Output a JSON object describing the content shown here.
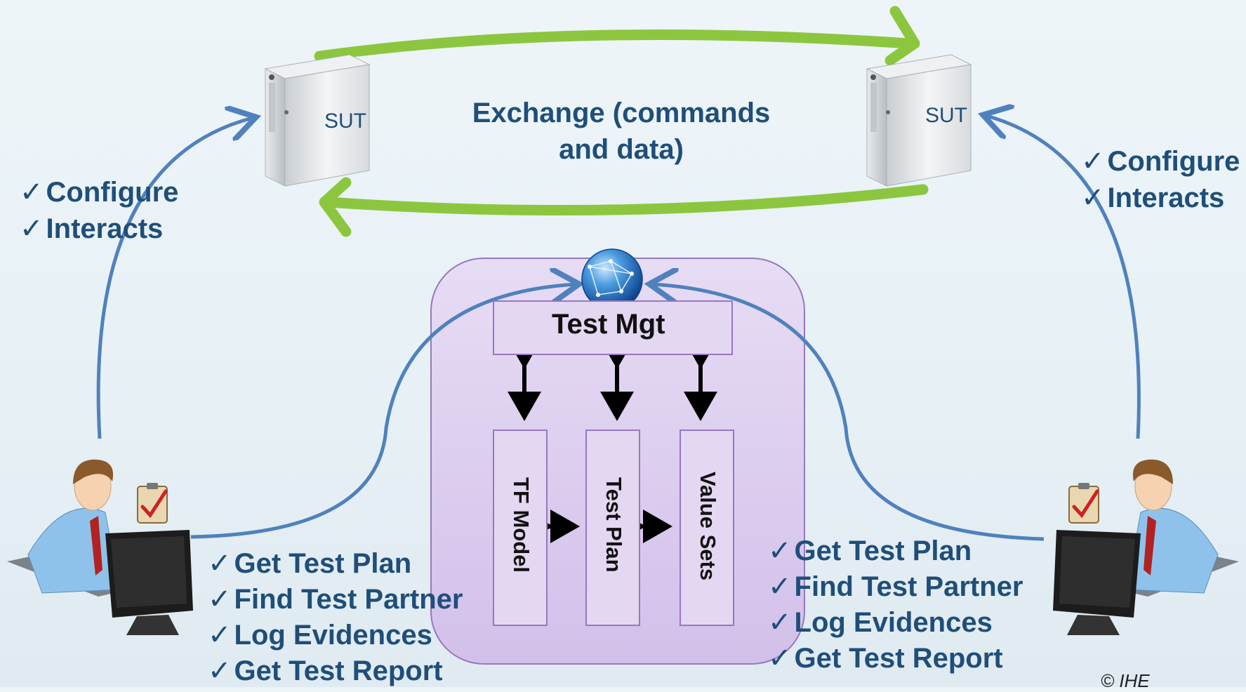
{
  "diagram": {
    "sut_left": "SUT",
    "sut_right": "SUT",
    "exchange_line1": "Exchange (commands",
    "exchange_line2": "and data)",
    "left_actions": [
      "Configure",
      "Interacts"
    ],
    "right_actions": [
      "Configure",
      "Interacts"
    ],
    "test_mgt": "Test Mgt",
    "columns": [
      "TF Model",
      "Test Plan",
      "Value Sets"
    ],
    "left_tasks": [
      "Get Test Plan",
      "Find Test Partner",
      "Log Evidences",
      "Get Test Report"
    ],
    "right_tasks": [
      "Get Test Plan",
      "Find Test Partner",
      "Log Evidences",
      "Get Test Report"
    ],
    "copyright": "© IHE"
  },
  "colors": {
    "flow_arrow": "#8cc63f",
    "interaction_arrow": "#4f81bd",
    "text": "#1f4e79",
    "platform_fill": "#ddd0ef",
    "platform_border": "#9777c0"
  },
  "icons": [
    "server-icon",
    "globe-icon",
    "database-icon",
    "tester-at-computer-icon",
    "clipboard-icon"
  ]
}
